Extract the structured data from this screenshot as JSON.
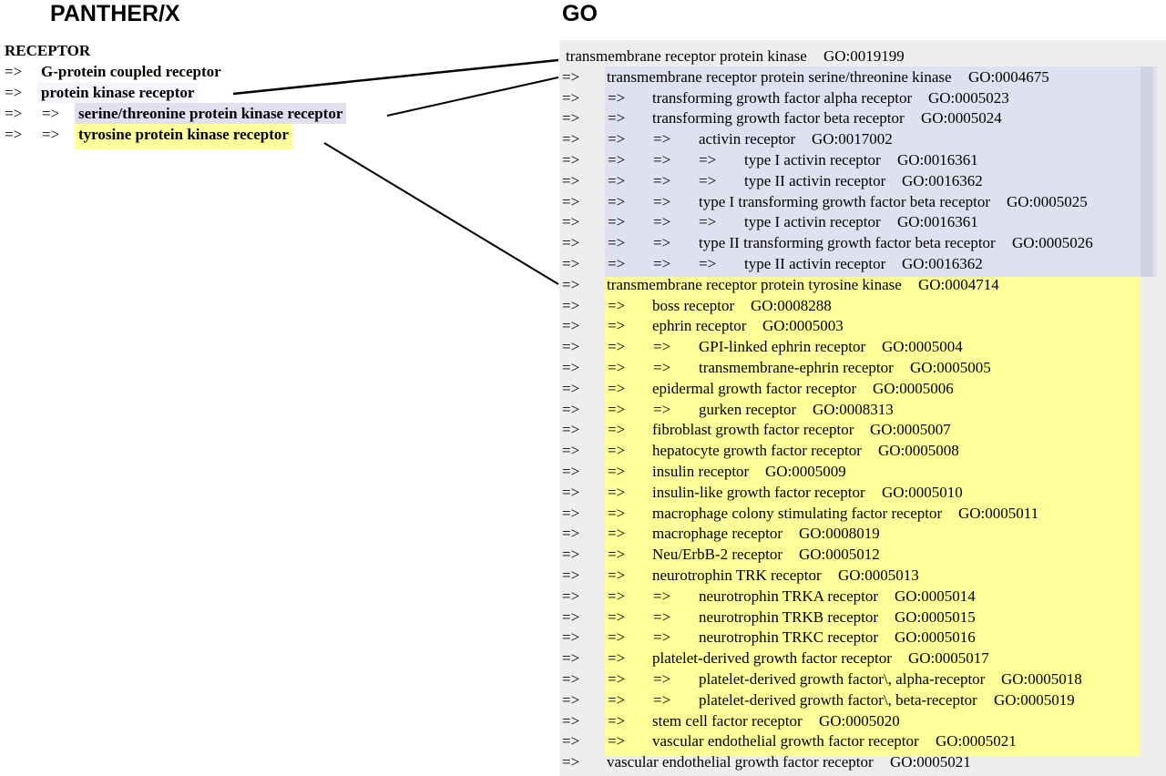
{
  "panther_title": "PANTHER/X",
  "go_title": "GO",
  "arrow": "=>",
  "panther_rows": [
    {
      "depth": 0,
      "label": "RECEPTOR",
      "hl": "none"
    },
    {
      "depth": 1,
      "label": "G-protein coupled receptor",
      "hl": "none"
    },
    {
      "depth": 1,
      "label": "protein kinase receptor",
      "hl": "plain"
    },
    {
      "depth": 2,
      "label": "serine/threonine protein kinase receptor",
      "hl": "blue"
    },
    {
      "depth": 2,
      "label": "tyrosine protein kinase receptor",
      "hl": "yellow"
    }
  ],
  "go_rows": [
    {
      "depth": 0,
      "label": "transmembrane receptor protein kinase",
      "id": "GO:0019199"
    },
    {
      "depth": 1,
      "label": "transmembrane receptor protein serine/threonine kinase",
      "id": "GO:0004675"
    },
    {
      "depth": 2,
      "label": "transforming growth factor alpha receptor",
      "id": "GO:0005023"
    },
    {
      "depth": 2,
      "label": "transforming growth factor beta receptor",
      "id": "GO:0005024"
    },
    {
      "depth": 3,
      "label": "activin receptor",
      "id": "GO:0017002"
    },
    {
      "depth": 4,
      "label": "type I activin receptor",
      "id": "GO:0016361"
    },
    {
      "depth": 4,
      "label": "type II activin receptor",
      "id": "GO:0016362"
    },
    {
      "depth": 3,
      "label": "type I transforming growth factor beta receptor",
      "id": "GO:0005025"
    },
    {
      "depth": 4,
      "label": "type I activin receptor",
      "id": "GO:0016361"
    },
    {
      "depth": 3,
      "label": "type II transforming growth factor beta receptor",
      "id": "GO:0005026"
    },
    {
      "depth": 4,
      "label": "type II activin receptor",
      "id": "GO:0016362"
    },
    {
      "depth": 1,
      "label": "transmembrane receptor protein tyrosine kinase",
      "id": "GO:0004714"
    },
    {
      "depth": 2,
      "label": "boss receptor",
      "id": "GO:0008288"
    },
    {
      "depth": 2,
      "label": "ephrin receptor",
      "id": "GO:0005003"
    },
    {
      "depth": 3,
      "label": "GPI-linked ephrin receptor",
      "id": "GO:0005004"
    },
    {
      "depth": 3,
      "label": "transmembrane-ephrin receptor",
      "id": "GO:0005005"
    },
    {
      "depth": 2,
      "label": "epidermal growth factor receptor",
      "id": "GO:0005006"
    },
    {
      "depth": 3,
      "label": "gurken receptor",
      "id": "GO:0008313"
    },
    {
      "depth": 2,
      "label": "fibroblast growth factor receptor",
      "id": "GO:0005007"
    },
    {
      "depth": 2,
      "label": "hepatocyte growth factor receptor",
      "id": "GO:0005008"
    },
    {
      "depth": 2,
      "label": "insulin receptor",
      "id": "GO:0005009"
    },
    {
      "depth": 2,
      "label": "insulin-like growth factor receptor",
      "id": "GO:0005010"
    },
    {
      "depth": 2,
      "label": "macrophage colony stimulating factor receptor",
      "id": "GO:0005011"
    },
    {
      "depth": 2,
      "label": "macrophage receptor",
      "id": "GO:0008019"
    },
    {
      "depth": 2,
      "label": "Neu/ErbB-2 receptor",
      "id": "GO:0005012"
    },
    {
      "depth": 2,
      "label": "neurotrophin TRK receptor",
      "id": "GO:0005013"
    },
    {
      "depth": 3,
      "label": "neurotrophin TRKA receptor",
      "id": "GO:0005014"
    },
    {
      "depth": 3,
      "label": "neurotrophin TRKB receptor",
      "id": "GO:0005015"
    },
    {
      "depth": 3,
      "label": "neurotrophin TRKC receptor",
      "id": "GO:0005016"
    },
    {
      "depth": 2,
      "label": "platelet-derived growth factor receptor",
      "id": "GO:0005017"
    },
    {
      "depth": 3,
      "label": "platelet-derived growth factor\\, alpha-receptor",
      "id": "GO:0005018"
    },
    {
      "depth": 3,
      "label": "platelet-derived growth factor\\, beta-receptor",
      "id": "GO:0005019"
    },
    {
      "depth": 2,
      "label": "stem cell factor receptor",
      "id": "GO:0005020"
    },
    {
      "depth": 2,
      "label": "vascular endothelial growth factor receptor",
      "id": "GO:0005021"
    },
    {
      "depth": 1,
      "label": "vascular endothelial growth factor receptor",
      "id": "GO:0005021"
    }
  ],
  "colors": {
    "serine_threonine_highlight": "#dfe1f1",
    "tyrosine_highlight": "#ffff99",
    "go_panel_background": "#eeeeee",
    "connector_line": "#000000"
  }
}
